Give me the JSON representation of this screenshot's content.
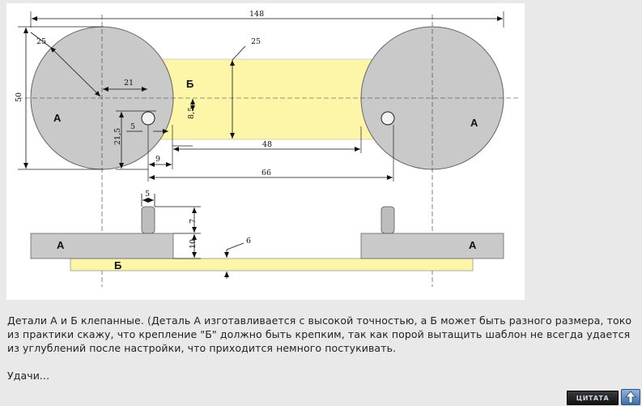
{
  "drawing": {
    "dims": {
      "overall_length": "148",
      "radius": "25",
      "height": "50",
      "plate_height": "25",
      "offset_21": "21",
      "hole_5": "5",
      "offset_8_5": "8,5",
      "offset_21_5": "21,5",
      "plate_48": "48",
      "offset_9": "9",
      "offset_66": "66",
      "stud_5": "5",
      "stud_7": "7",
      "base_10": "10",
      "plate_6": "6"
    },
    "labels": {
      "part_a": "А",
      "part_b": "Б"
    },
    "colors": {
      "circle_fill": "#c9c9c9",
      "plate_fill": "#fdf6a8"
    }
  },
  "post": {
    "paragraph": "Детали А и Б клепанные. (Деталь А изготавливается с высокой точностью, а Б может быть разного размера, токо из практики скажу, что крепление \"Б\" должно быть крепким, так как порой вытащить шаблон не всегда удается из углублений после настройки, что приходится немного постукивать.",
    "signature": "Удачи..."
  },
  "buttons": {
    "quote_label": "ЦИТАТА",
    "up_icon": "up-arrow-icon"
  }
}
